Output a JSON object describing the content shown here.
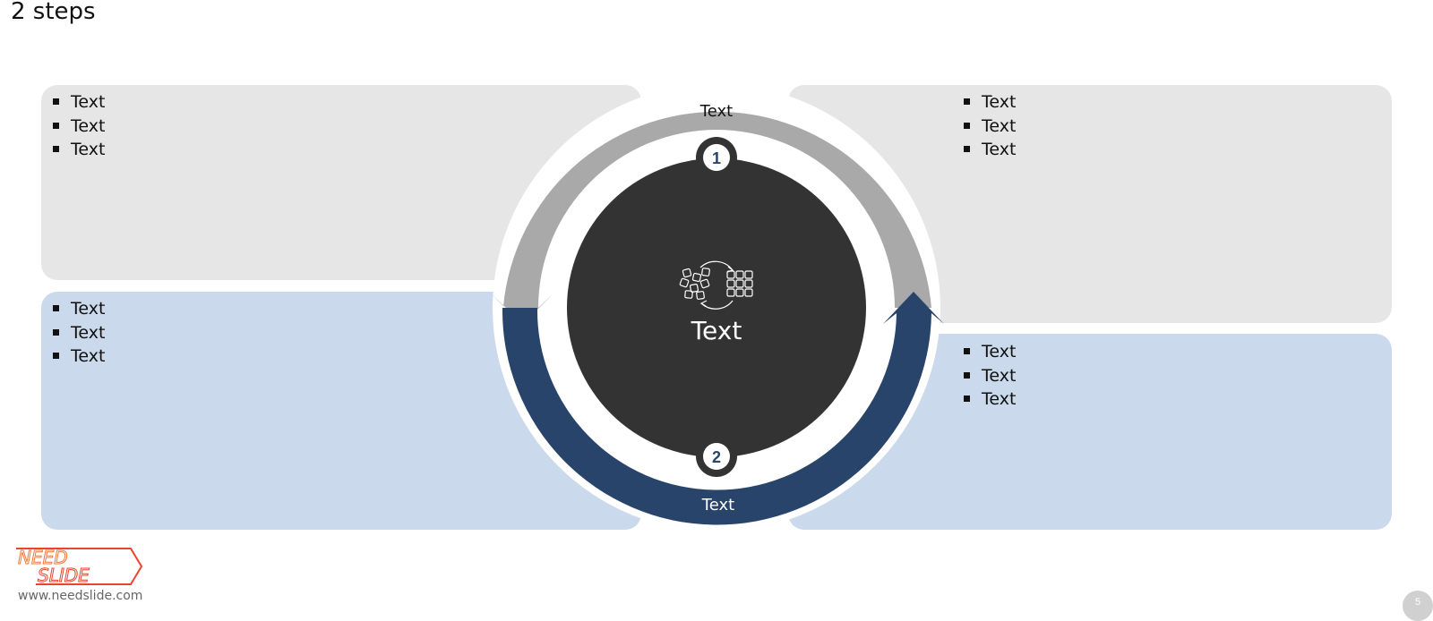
{
  "slide": {
    "title": "2 steps"
  },
  "panels": {
    "top_left": {
      "items": [
        "Text",
        "Text",
        "Text"
      ]
    },
    "top_right": {
      "items": [
        "Text",
        "Text",
        "Text"
      ]
    },
    "bottom_left": {
      "items": [
        "Text",
        "Text",
        "Text"
      ]
    },
    "bottom_right": {
      "items": [
        "Text",
        "Text",
        "Text"
      ]
    }
  },
  "cycle": {
    "center_label": "Text",
    "center_icon": "sort-blocks-icon",
    "top_arc_label": "Text",
    "bottom_arc_label": "Text",
    "step1_number": "1",
    "step2_number": "2"
  },
  "colors": {
    "panel_gray": "#e6e6e6",
    "panel_blue": "#cad9eb",
    "arc_gray": "#a9a9a9",
    "arc_navy": "#29446b",
    "center_dark": "#333333"
  },
  "footer": {
    "logo_line1": "NEED",
    "logo_line2": "SLIDE",
    "website": "www.needslide.com",
    "page_number": "5"
  }
}
